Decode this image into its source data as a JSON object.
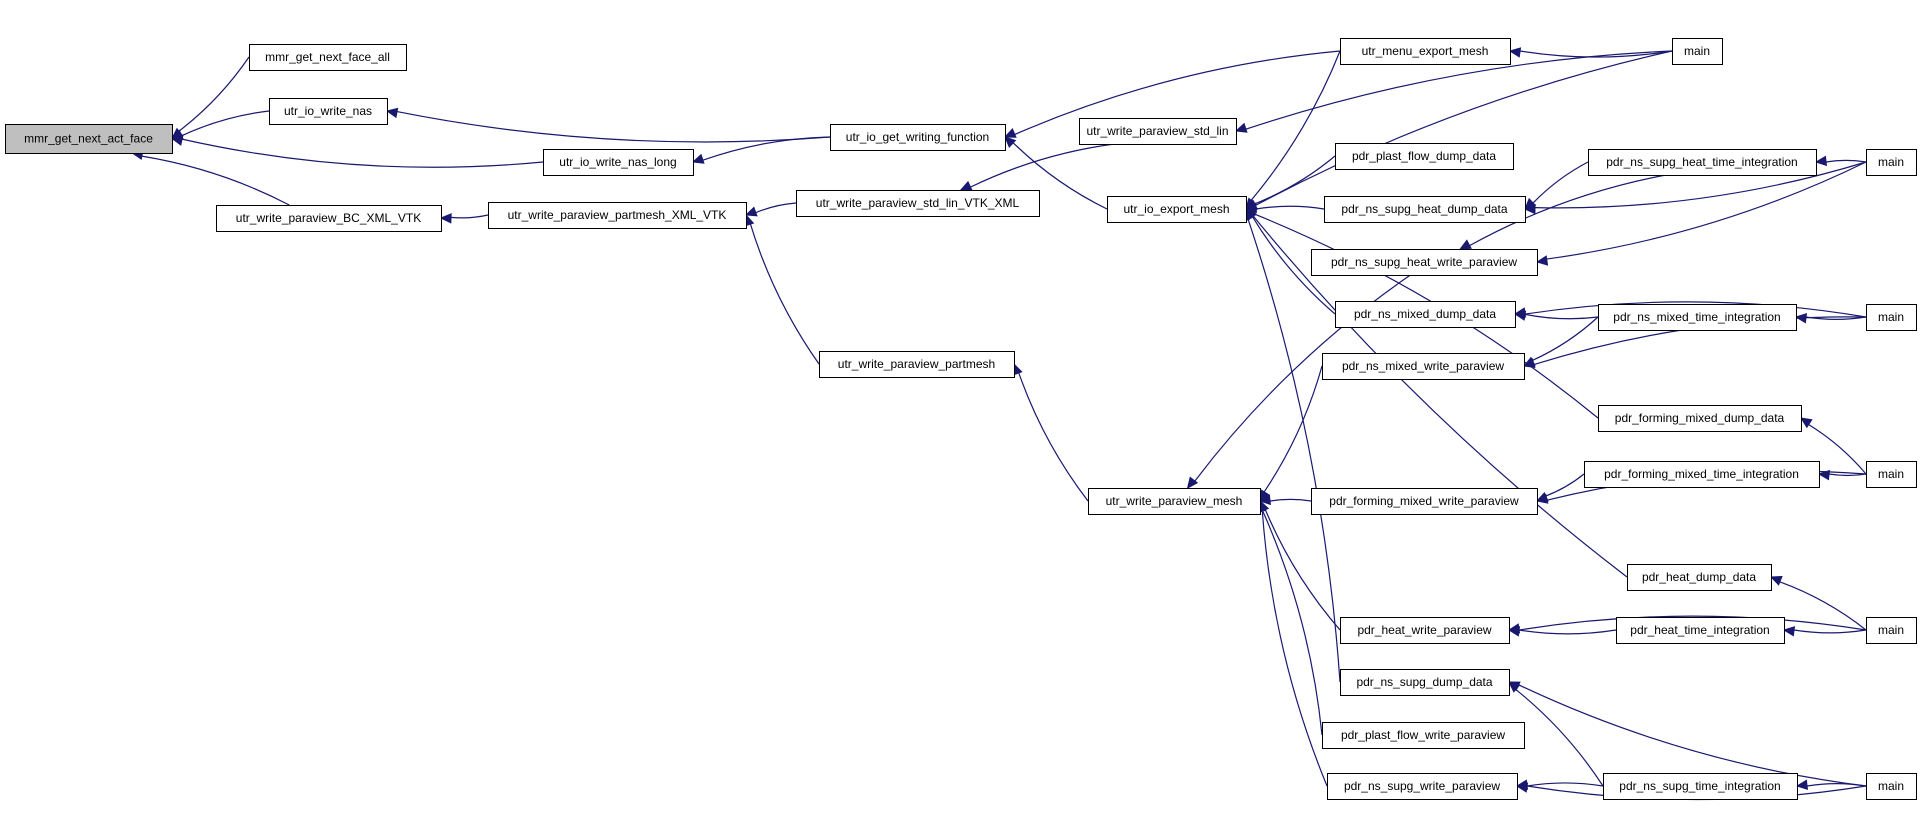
{
  "graph": {
    "node_fill": "#ffffff",
    "root_fill": "#bfbfbf",
    "edge_color": "#191970",
    "nodes": [
      {
        "id": "n0",
        "label": "mmr_get_next_act_face",
        "root": true
      },
      {
        "id": "n1",
        "label": "mmr_get_next_face_all"
      },
      {
        "id": "n2",
        "label": "utr_io_write_nas"
      },
      {
        "id": "n3",
        "label": "utr_io_write_nas_long"
      },
      {
        "id": "n4",
        "label": "utr_write_paraview_BC_XML_VTK"
      },
      {
        "id": "n5",
        "label": "utr_io_get_writing_function"
      },
      {
        "id": "n6",
        "label": "utr_write_paraview_partmesh_XML_VTK"
      },
      {
        "id": "n7",
        "label": "utr_write_paraview_std_lin_VTK_XML"
      },
      {
        "id": "n8",
        "label": "utr_write_paraview_partmesh"
      },
      {
        "id": "n9",
        "label": "utr_write_paraview_std_lin"
      },
      {
        "id": "n10",
        "label": "utr_io_export_mesh"
      },
      {
        "id": "n11",
        "label": "utr_write_paraview_mesh"
      },
      {
        "id": "n12",
        "label": "utr_menu_export_mesh"
      },
      {
        "id": "n13",
        "label": "pdr_plast_flow_dump_data"
      },
      {
        "id": "n14",
        "label": "pdr_ns_supg_heat_dump_data"
      },
      {
        "id": "n15",
        "label": "pdr_ns_supg_heat_write_paraview"
      },
      {
        "id": "n16",
        "label": "pdr_ns_mixed_dump_data"
      },
      {
        "id": "n17",
        "label": "pdr_ns_mixed_write_paraview"
      },
      {
        "id": "n18",
        "label": "pdr_forming_mixed_write_paraview"
      },
      {
        "id": "n19",
        "label": "pdr_heat_write_paraview"
      },
      {
        "id": "n20",
        "label": "pdr_ns_supg_dump_data"
      },
      {
        "id": "n21",
        "label": "pdr_plast_flow_write_paraview"
      },
      {
        "id": "n22",
        "label": "pdr_ns_supg_write_paraview"
      },
      {
        "id": "n23",
        "label": "pdr_ns_supg_heat_time_integration"
      },
      {
        "id": "n24",
        "label": "pdr_ns_mixed_time_integration"
      },
      {
        "id": "n25",
        "label": "pdr_forming_mixed_dump_data"
      },
      {
        "id": "n26",
        "label": "pdr_forming_mixed_time_integration"
      },
      {
        "id": "n27",
        "label": "pdr_heat_dump_data"
      },
      {
        "id": "n28",
        "label": "pdr_heat_time_integration"
      },
      {
        "id": "n29",
        "label": "pdr_ns_supg_time_integration"
      },
      {
        "id": "m1",
        "label": "main"
      },
      {
        "id": "m2",
        "label": "main"
      },
      {
        "id": "m3",
        "label": "main"
      },
      {
        "id": "m4",
        "label": "main"
      },
      {
        "id": "m5",
        "label": "main"
      },
      {
        "id": "m6",
        "label": "main"
      }
    ],
    "edges": [
      {
        "from": "n1",
        "to": "n0"
      },
      {
        "from": "n2",
        "to": "n0"
      },
      {
        "from": "n3",
        "to": "n0"
      },
      {
        "from": "n4",
        "to": "n0"
      },
      {
        "from": "n5",
        "to": "n2"
      },
      {
        "from": "n5",
        "to": "n3"
      },
      {
        "from": "n6",
        "to": "n4"
      },
      {
        "from": "n7",
        "to": "n6"
      },
      {
        "from": "n8",
        "to": "n6"
      },
      {
        "from": "n9",
        "to": "n7"
      },
      {
        "from": "n10",
        "to": "n5"
      },
      {
        "from": "n12",
        "to": "n5"
      },
      {
        "from": "n11",
        "to": "n8"
      },
      {
        "from": "m1",
        "to": "n9"
      },
      {
        "from": "n12",
        "to": "n10"
      },
      {
        "from": "m1",
        "to": "n10"
      },
      {
        "from": "n13",
        "to": "n10"
      },
      {
        "from": "n14",
        "to": "n10"
      },
      {
        "from": "n16",
        "to": "n10"
      },
      {
        "from": "n25",
        "to": "n10"
      },
      {
        "from": "n27",
        "to": "n10"
      },
      {
        "from": "n20",
        "to": "n10"
      },
      {
        "from": "m1",
        "to": "n12"
      },
      {
        "from": "n15",
        "to": "n11"
      },
      {
        "from": "n17",
        "to": "n11"
      },
      {
        "from": "n18",
        "to": "n11"
      },
      {
        "from": "n19",
        "to": "n11"
      },
      {
        "from": "n21",
        "to": "n11"
      },
      {
        "from": "n22",
        "to": "n11"
      },
      {
        "from": "n23",
        "to": "n14"
      },
      {
        "from": "m2",
        "to": "n14"
      },
      {
        "from": "n23",
        "to": "n15"
      },
      {
        "from": "m2",
        "to": "n15"
      },
      {
        "from": "m2",
        "to": "n23"
      },
      {
        "from": "n24",
        "to": "n16"
      },
      {
        "from": "m3",
        "to": "n16"
      },
      {
        "from": "n24",
        "to": "n17"
      },
      {
        "from": "m3",
        "to": "n17"
      },
      {
        "from": "m3",
        "to": "n24"
      },
      {
        "from": "m4",
        "to": "n25"
      },
      {
        "from": "n26",
        "to": "n18"
      },
      {
        "from": "m4",
        "to": "n18"
      },
      {
        "from": "m4",
        "to": "n26"
      },
      {
        "from": "m5",
        "to": "n27"
      },
      {
        "from": "n28",
        "to": "n19"
      },
      {
        "from": "m5",
        "to": "n19"
      },
      {
        "from": "m5",
        "to": "n28"
      },
      {
        "from": "n29",
        "to": "n20"
      },
      {
        "from": "m6",
        "to": "n20"
      },
      {
        "from": "n29",
        "to": "n22"
      },
      {
        "from": "m6",
        "to": "n22"
      },
      {
        "from": "m6",
        "to": "n29"
      }
    ]
  }
}
